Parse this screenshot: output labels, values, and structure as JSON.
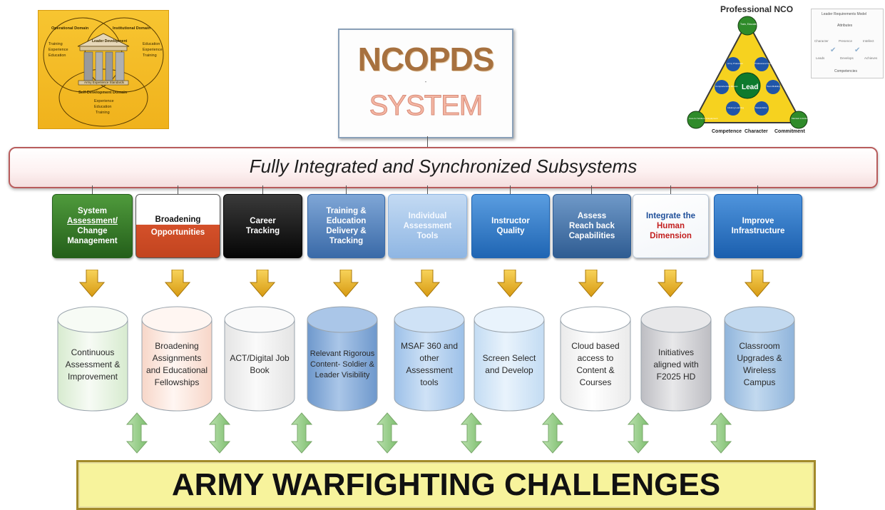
{
  "title": {
    "line1": "NCOPDS",
    "line2": "SYSTEM",
    "dot": "-"
  },
  "banner": "Fully Integrated and Synchronized Subsystems",
  "bottom_banner": "ARMY WARFIGHTING CHALLENGES",
  "domain_diagram": {
    "operational": "Operational Domain",
    "institutional": "Institutional Domain",
    "leader_dev": "Leader Development",
    "self_dev": "Self-Development Domain",
    "left_list": [
      "Training",
      "Experience",
      "Education"
    ],
    "right_list": [
      "Education",
      "Experience",
      "Training"
    ],
    "bottom_list": [
      "Experience",
      "Education",
      "Training"
    ],
    "base": "Army Experience Standards"
  },
  "nco": {
    "title": "Professional NCO",
    "center": "Lead",
    "top": "Train, Educate, & Develop",
    "bottom_left": "Care for Soldiers & Equipment",
    "bottom_right": "Maintain & Enforce Standards",
    "bottom_labels": [
      "Competence",
      "Character",
      "Commitment"
    ],
    "inner": [
      "Army Profession",
      "Professional Competence",
      "Comprehensive Fitness",
      "Team Building",
      "Lifelong Learning",
      "Stewardship"
    ]
  },
  "lrm": {
    "title": "Leader Requirements Model",
    "attributes": "Attributes",
    "attr_items": [
      "Character",
      "Presence",
      "Intellect"
    ],
    "comp_items": [
      "Leads",
      "Develops",
      "Achieves"
    ],
    "competencies": "Competencies"
  },
  "subsystems": [
    {
      "lines": [
        "System",
        "Assessment/",
        "Change",
        "Management"
      ],
      "color_top": "#4f9a3c",
      "color_bottom": "#245f1a"
    },
    {
      "lines": [
        "Broadening",
        "Opportunities"
      ],
      "color_top": "#ffffff",
      "color_bottom": "#d4502a"
    },
    {
      "lines": [
        "Career",
        "Tracking"
      ],
      "color_top": "#3a3a3a",
      "color_bottom": "#050505"
    },
    {
      "lines": [
        "Training &",
        "Education",
        "Delivery &",
        "Tracking"
      ],
      "color_top": "#7fa6d6",
      "color_bottom": "#3a6aa8"
    },
    {
      "lines": [
        "Individual",
        "Assessment",
        "Tools"
      ],
      "color_top": "#c3daf3",
      "color_bottom": "#8fb6e3"
    },
    {
      "lines": [
        "Instructor",
        "Quality"
      ],
      "color_top": "#5a9de0",
      "color_bottom": "#1f65b3"
    },
    {
      "lines": [
        "Assess",
        "Reach back",
        "Capabilities"
      ],
      "color_top": "#6f99c8",
      "color_bottom": "#2f5c92"
    },
    {
      "lines": [
        "Integrate the",
        "Human",
        "Dimension"
      ],
      "color_top": "#ffffff",
      "color_bottom": "#e5edf5"
    },
    {
      "lines": [
        "Improve",
        "Infrastructure"
      ],
      "color_top": "#4f94dc",
      "color_bottom": "#1b5fae"
    }
  ],
  "cylinders": [
    {
      "text": "Continuous Assessment & Improvement",
      "color_top": "#f7fbf5",
      "color_bottom": "#d7ebcf"
    },
    {
      "text": "Broadening Assignments and Educational Fellowships",
      "color_top": "#fff6f2",
      "color_bottom": "#f7d6c8"
    },
    {
      "text": "ACT/Digital Job Book",
      "color_top": "#fafafa",
      "color_bottom": "#e4e4e4"
    },
    {
      "text": "Relevant Rigorous Content- Soldier & Leader Visibility",
      "color_top": "#aac6e8",
      "color_bottom": "#6e98cc"
    },
    {
      "text": "MSAF 360 and other Assessment tools",
      "color_top": "#cfe2f6",
      "color_bottom": "#9cc0e8"
    },
    {
      "text": "Screen Select and Develop",
      "color_top": "#e9f3fc",
      "color_bottom": "#c3dcf3"
    },
    {
      "text": "Cloud based access to Content & Courses",
      "color_top": "#ffffff",
      "color_bottom": "#eaeaea"
    },
    {
      "text": "Initiatives aligned with F2025 HD",
      "color_top": "#e8e8ea",
      "color_bottom": "#bdbdc2"
    },
    {
      "text": "Classroom Upgrades & Wireless Campus",
      "color_top": "#c2d9ef",
      "color_bottom": "#8fb4db"
    }
  ]
}
